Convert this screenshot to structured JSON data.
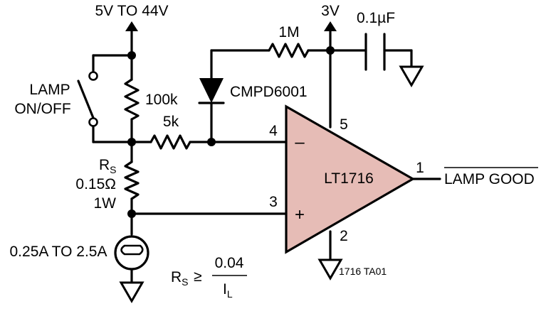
{
  "labels": {
    "supply_in": "5V TO 44V",
    "supply_3v": "3V",
    "cap_value": "0.1µF",
    "res_1m": "1M",
    "diode": "CMPD6001",
    "res_100k": "100k",
    "res_5k": "5k",
    "lamp_line1": "LAMP",
    "lamp_line2": "ON/OFF",
    "rs_main": "R",
    "rs_sub": "S",
    "rs_value": "0.15Ω",
    "rs_power": "1W",
    "load_current": "0.25A TO 2.5A",
    "ic_name": "LT1716",
    "pin_1": "1",
    "pin_2": "2",
    "pin_3": "3",
    "pin_4": "4",
    "pin_5": "5",
    "input_minus": "–",
    "input_plus": "+",
    "output": "LAMP GOOD",
    "figure_code": "1716 TA01",
    "eq_lhs_main": "R",
    "eq_lhs_sub": "S",
    "eq_rel": "≥",
    "eq_num": "0.04",
    "eq_den_main": "I",
    "eq_den_sub": "L"
  },
  "colors": {
    "comparator_fill": "#e6bcb6",
    "wire": "#000000"
  }
}
